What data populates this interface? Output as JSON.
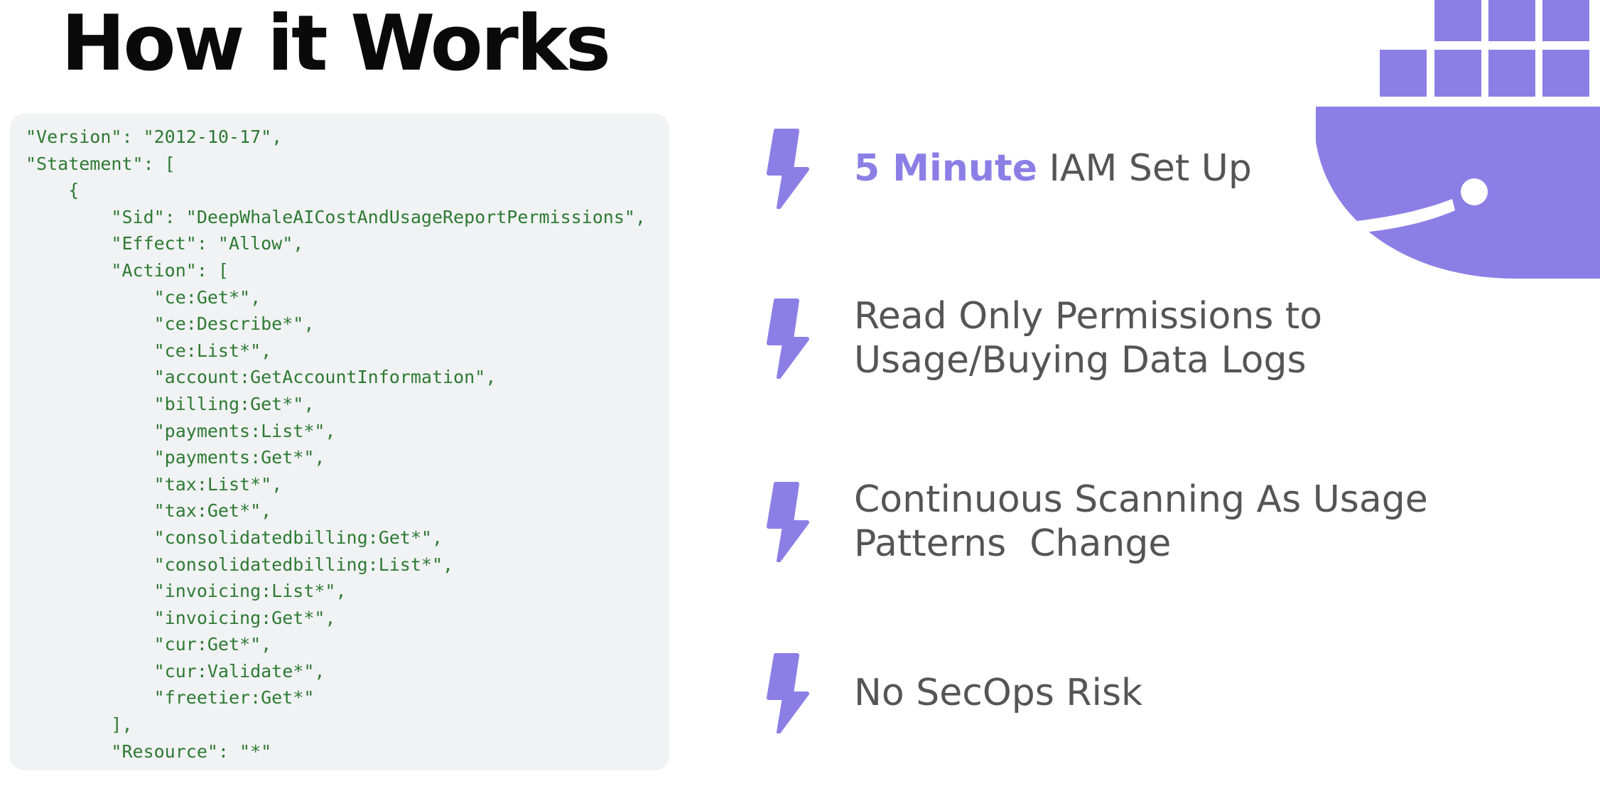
{
  "slide": {
    "title": "How it Works"
  },
  "code": {
    "lines": [
      "\"Version\": \"2012-10-17\",",
      "\"Statement\": [",
      "    {",
      "        \"Sid\": \"DeepWhaleAICostAndUsageReportPermissions\",",
      "        \"Effect\": \"Allow\",",
      "        \"Action\": [",
      "            \"ce:Get*\",",
      "            \"ce:Describe*\",",
      "            \"ce:List*\",",
      "            \"account:GetAccountInformation\",",
      "            \"billing:Get*\",",
      "            \"payments:List*\",",
      "            \"payments:Get*\",",
      "            \"tax:List*\",",
      "            \"tax:Get*\",",
      "            \"consolidatedbilling:Get*\",",
      "            \"consolidatedbilling:List*\",",
      "            \"invoicing:List*\",",
      "            \"invoicing:Get*\",",
      "            \"cur:Get*\",",
      "            \"cur:Validate*\",",
      "            \"freetier:Get*\"",
      "        ],",
      "        \"Resource\": \"*\""
    ],
    "text_color": "#2d7a33",
    "background": "#f1f2f4"
  },
  "features": [
    {
      "icon": "lightning-bolt-icon",
      "highlight": "5 Minute",
      "text": " IAM Set Up"
    },
    {
      "icon": "lightning-bolt-icon",
      "line1": "Read Only Permissions to",
      "line2": "Usage/Buying Data Logs"
    },
    {
      "icon": "lightning-bolt-icon",
      "line1": "Continuous Scanning As Usage",
      "line2": "Patterns  Change"
    },
    {
      "icon": "lightning-bolt-icon",
      "text": "No SecOps Risk"
    }
  ],
  "decoration": {
    "icon": "docker-whale-icon"
  },
  "colors": {
    "accent": "#8b7fe6",
    "feature_text": "#555555",
    "title": "#0a0a0a"
  }
}
